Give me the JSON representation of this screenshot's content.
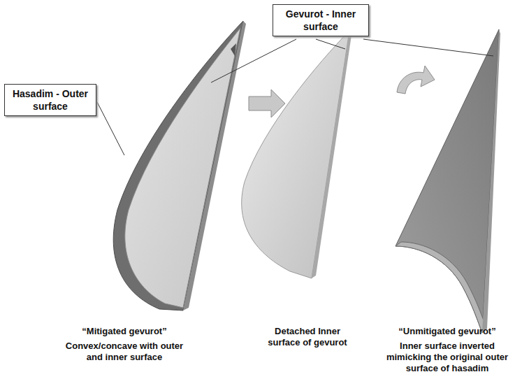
{
  "diagram": {
    "nodes": [
      {
        "text": [
          "Hasadim - Outer surface"
        ]
      },
      {
        "text": [
          "Gevurot - Inner surface"
        ]
      }
    ],
    "labels": [
      "“Mitigated gevurot”",
      "Convex/concave with outer and inner surface",
      "Detached Inner surface of gevurot",
      "“Unmitigated gevurot”",
      "Inner surface inverted mimicking the original outer surface of hasadim"
    ]
  }
}
